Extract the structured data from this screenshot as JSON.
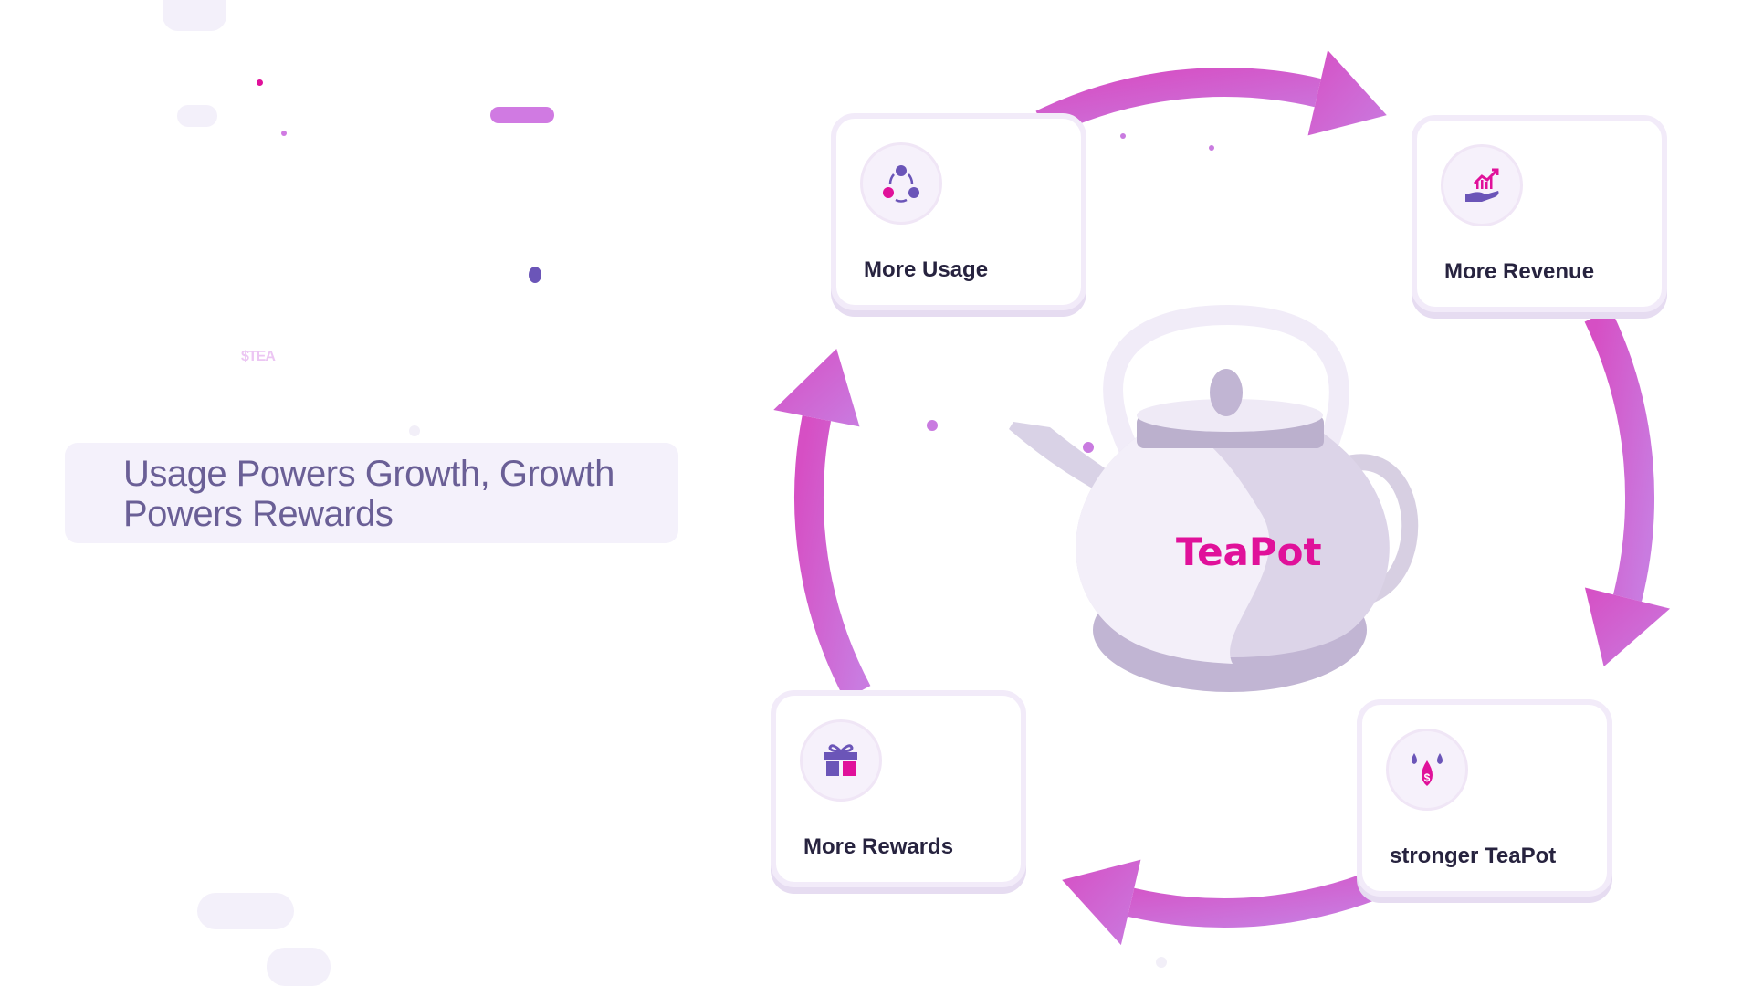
{
  "headline": "Usage Powers Growth, Growth Powers Rewards",
  "token_label": "$TEA",
  "center": {
    "label": "TeaPot"
  },
  "cycle": [
    {
      "label": "More Usage",
      "icon": "network-nodes-icon"
    },
    {
      "label": "More Revenue",
      "icon": "hand-growth-chart-icon"
    },
    {
      "label": "stronger TeaPot",
      "icon": "money-drops-icon"
    },
    {
      "label": "More Rewards",
      "icon": "gift-icon"
    }
  ],
  "colors": {
    "accent": "#e0119a",
    "arrow_start": "#d64fc4",
    "arrow_end": "#c97be0",
    "purple": "#6b55b8",
    "title": "#6a5f96"
  }
}
